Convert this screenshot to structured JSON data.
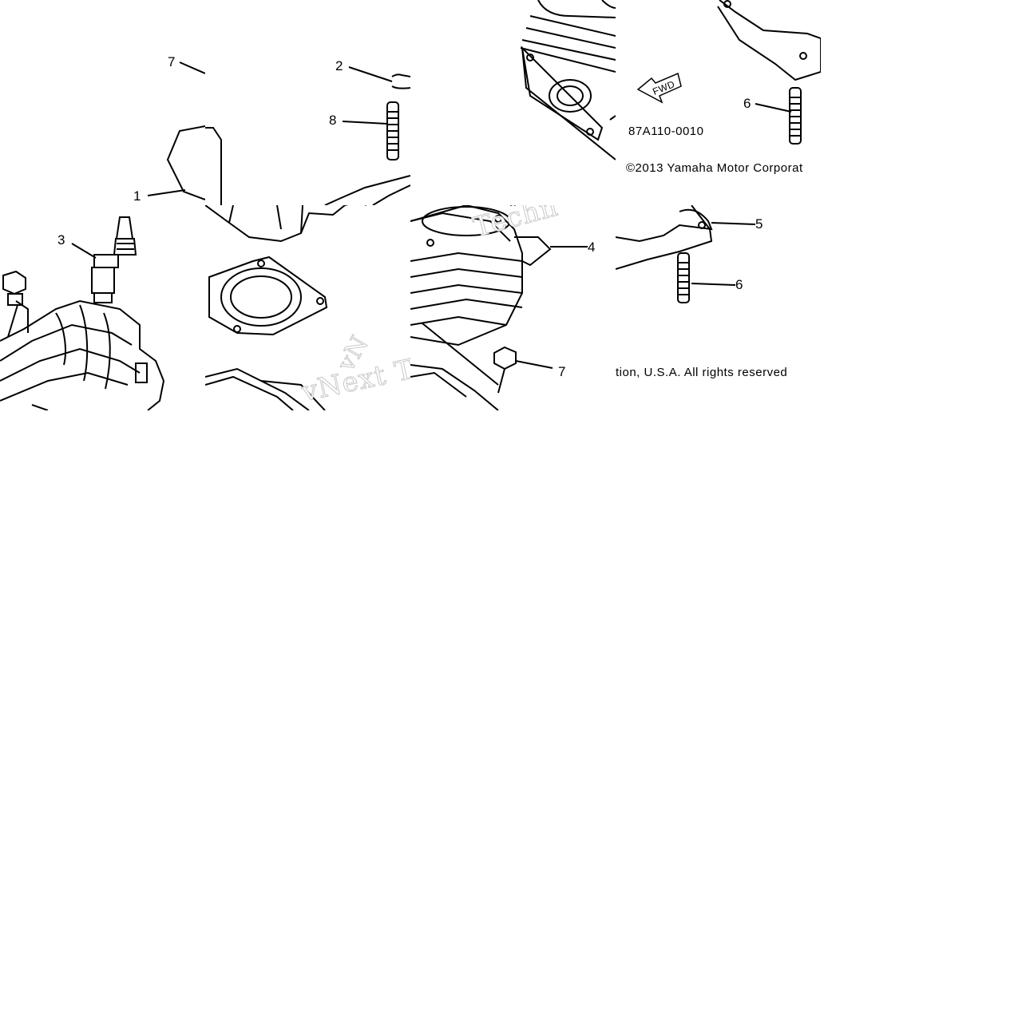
{
  "diagram": {
    "callouts": {
      "c1": "1",
      "c2": "2",
      "c3": "3",
      "c4": "4",
      "c5": "5",
      "c6a": "6",
      "c6b": "6",
      "c7a": "7",
      "c7b": "7",
      "c8": "8"
    },
    "fwd_label": "FWD",
    "part_code": "87A110-0010",
    "copyright_line1": "©2013 Yamaha Motor Corporat",
    "copyright_line2": "tion, U.S.A. All rights reserved"
  },
  "watermarks": {
    "wm1": "vNext Te",
    "wm2": "Techn",
    "wm3": "vN"
  },
  "colors": {
    "line": "#000000",
    "background": "#ffffff",
    "watermark_outline": "#c8c8c8"
  }
}
